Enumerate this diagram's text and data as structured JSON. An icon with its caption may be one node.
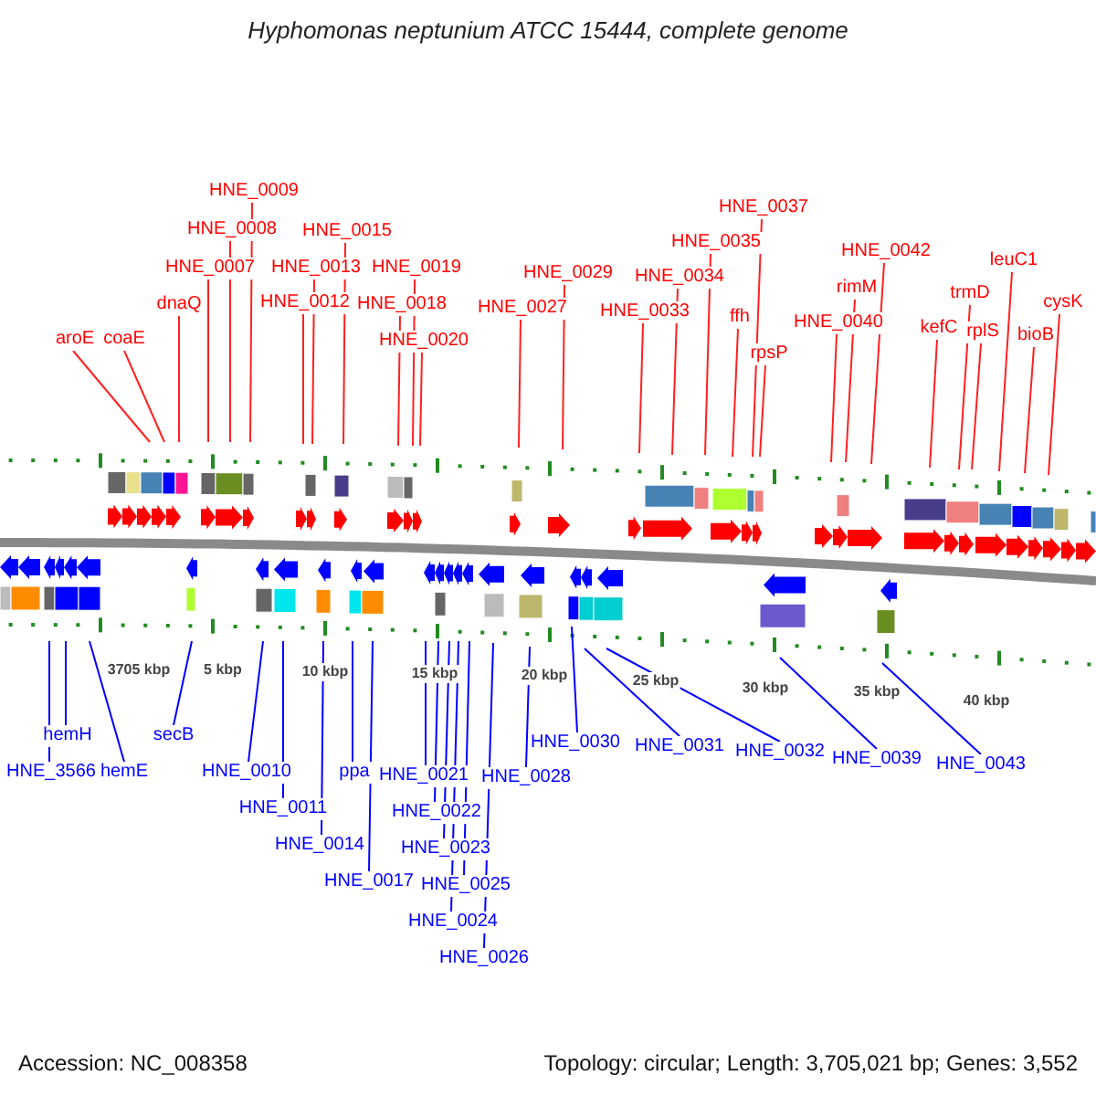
{
  "diagram": {
    "title": "Hyphomonas neptunium ATCC 15444, complete genome",
    "nodes": [
      {
        "text": [
          "aroE"
        ]
      },
      {
        "text": [
          "coaE"
        ]
      },
      {
        "text": [
          "dnaQ"
        ]
      },
      {
        "text": [
          "HNE_0007"
        ]
      },
      {
        "text": [
          "HNE_0008"
        ]
      },
      {
        "text": [
          "HNE_0009"
        ]
      },
      {
        "text": [
          "HNE_0012"
        ]
      },
      {
        "text": [
          "HNE_0013"
        ]
      },
      {
        "text": [
          "HNE_0015"
        ]
      },
      {
        "text": [
          "HNE_0018"
        ]
      },
      {
        "text": [
          "HNE_0019"
        ]
      },
      {
        "text": [
          "HNE_0020"
        ]
      },
      {
        "text": [
          "HNE_0027"
        ]
      },
      {
        "text": [
          "HNE_0029"
        ]
      },
      {
        "text": [
          "HNE_0033"
        ]
      },
      {
        "text": [
          "HNE_0034"
        ]
      },
      {
        "text": [
          "HNE_0035"
        ]
      },
      {
        "text": [
          "ffh"
        ]
      },
      {
        "text": [
          "HNE_0037"
        ]
      },
      {
        "text": [
          "rpsP"
        ]
      },
      {
        "text": [
          "HNE_0040"
        ]
      },
      {
        "text": [
          "rimM"
        ]
      },
      {
        "text": [
          "HNE_0042"
        ]
      },
      {
        "text": [
          "kefC"
        ]
      },
      {
        "text": [
          "trmD"
        ]
      },
      {
        "text": [
          "rplS"
        ]
      },
      {
        "text": [
          "leuC1"
        ]
      },
      {
        "text": [
          "bioB"
        ]
      },
      {
        "text": [
          "cysK"
        ]
      },
      {
        "text": [
          "hemH"
        ]
      },
      {
        "text": [
          "HNE_3566"
        ]
      },
      {
        "text": [
          "hemE"
        ]
      },
      {
        "text": [
          "secB"
        ]
      },
      {
        "text": [
          "HNE_0010"
        ]
      },
      {
        "text": [
          "HNE_0011"
        ]
      },
      {
        "text": [
          "HNE_0014"
        ]
      },
      {
        "text": [
          "ppa"
        ]
      },
      {
        "text": [
          "HNE_0017"
        ]
      },
      {
        "text": [
          "HNE_0021"
        ]
      },
      {
        "text": [
          "HNE_0022"
        ]
      },
      {
        "text": [
          "HNE_0023"
        ]
      },
      {
        "text": [
          "HNE_0025"
        ]
      },
      {
        "text": [
          "HNE_0024"
        ]
      },
      {
        "text": [
          "HNE_0026"
        ]
      },
      {
        "text": [
          "HNE_0028"
        ]
      },
      {
        "text": [
          "HNE_0030"
        ]
      },
      {
        "text": [
          "HNE_0031"
        ]
      },
      {
        "text": [
          "HNE_0032"
        ]
      },
      {
        "text": [
          "HNE_0039"
        ]
      },
      {
        "text": [
          "HNE_0043"
        ]
      }
    ],
    "edges": [
      {
        "from": 0,
        "to": null,
        "arrow": "none"
      },
      {
        "from": 1,
        "to": null,
        "arrow": "none"
      },
      {
        "from": 2,
        "to": null,
        "arrow": "none"
      },
      {
        "from": 3,
        "to": null,
        "arrow": "none"
      },
      {
        "from": 4,
        "to": null,
        "arrow": "none"
      },
      {
        "from": 5,
        "to": null,
        "arrow": "none"
      },
      {
        "from": 6,
        "to": null,
        "arrow": "none"
      },
      {
        "from": 7,
        "to": null,
        "arrow": "none"
      },
      {
        "from": 8,
        "to": null,
        "arrow": "none"
      },
      {
        "from": 9,
        "to": null,
        "arrow": "none"
      },
      {
        "from": 10,
        "to": null,
        "arrow": "none"
      },
      {
        "from": 11,
        "to": null,
        "arrow": "none"
      },
      {
        "from": 12,
        "to": null,
        "arrow": "none"
      },
      {
        "from": 13,
        "to": null,
        "arrow": "none"
      },
      {
        "from": 14,
        "to": null,
        "arrow": "none"
      },
      {
        "from": 15,
        "to": null,
        "arrow": "none"
      },
      {
        "from": 16,
        "to": null,
        "arrow": "none"
      },
      {
        "from": 17,
        "to": null,
        "arrow": "none"
      },
      {
        "from": 18,
        "to": null,
        "arrow": "none"
      },
      {
        "from": 19,
        "to": null,
        "arrow": "none"
      },
      {
        "from": 20,
        "to": null,
        "arrow": "none"
      },
      {
        "from": 21,
        "to": null,
        "arrow": "none"
      },
      {
        "from": 22,
        "to": null,
        "arrow": "none"
      },
      {
        "from": 23,
        "to": null,
        "arrow": "none"
      },
      {
        "from": 24,
        "to": null,
        "arrow": "none"
      },
      {
        "from": 25,
        "to": null,
        "arrow": "none"
      },
      {
        "from": 26,
        "to": null,
        "arrow": "none"
      },
      {
        "from": 27,
        "to": null,
        "arrow": "none"
      },
      {
        "from": 28,
        "to": null,
        "arrow": "none"
      },
      {
        "from": 29,
        "to": null,
        "arrow": "none",
        "color": "#0000ff"
      },
      {
        "from": 30,
        "to": null,
        "arrow": "none",
        "color": "#0000ff"
      },
      {
        "from": 31,
        "to": null,
        "arrow": "none",
        "color": "#0000ff"
      },
      {
        "from": 32,
        "to": null,
        "arrow": "none",
        "color": "#0000ff"
      },
      {
        "from": 33,
        "to": null,
        "arrow": "none",
        "color": "#0000ff"
      },
      {
        "from": 34,
        "to": null,
        "arrow": "none",
        "color": "#0000ff"
      },
      {
        "from": 35,
        "to": null,
        "arrow": "none",
        "color": "#0000ff"
      },
      {
        "from": 36,
        "to": null,
        "arrow": "none",
        "color": "#0000ff"
      },
      {
        "from": 37,
        "to": null,
        "arrow": "none",
        "color": "#0000ff"
      },
      {
        "from": 38,
        "to": null,
        "arrow": "none",
        "color": "#0000ff"
      },
      {
        "from": 39,
        "to": null,
        "arrow": "none",
        "color": "#0000ff"
      },
      {
        "from": 40,
        "to": null,
        "arrow": "none",
        "color": "#0000ff"
      },
      {
        "from": 41,
        "to": null,
        "arrow": "none",
        "color": "#0000ff"
      },
      {
        "from": 42,
        "to": null,
        "arrow": "none",
        "color": "#0000ff"
      },
      {
        "from": 43,
        "to": null,
        "arrow": "none",
        "color": "#0000ff"
      },
      {
        "from": 44,
        "to": null,
        "arrow": "none",
        "color": "#0000ff"
      },
      {
        "from": 45,
        "to": null,
        "arrow": "none",
        "color": "#0000ff"
      },
      {
        "from": 46,
        "to": null,
        "arrow": "none",
        "color": "#0000ff"
      },
      {
        "from": 47,
        "to": null,
        "arrow": "none",
        "color": "#0000ff"
      },
      {
        "from": 48,
        "to": null,
        "arrow": "none",
        "color": "#0000ff"
      },
      {
        "from": 49,
        "to": null,
        "arrow": "none",
        "color": "#0000ff"
      }
    ],
    "labels": [
      "3705 kbp",
      "5 kbp",
      "10 kbp",
      "15 kbp",
      "20 kbp",
      "25 kbp",
      "30 kbp",
      "35 kbp",
      "40 kbp",
      "Accession: NC_008358",
      "Topology: circular; Length: 3,705,021 bp; Genes: 3,552"
    ]
  }
}
